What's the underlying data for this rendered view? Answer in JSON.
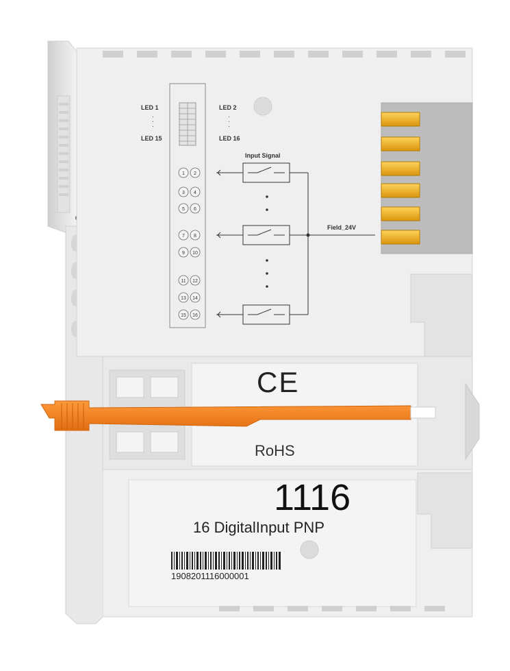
{
  "labels": {
    "led_1": "LED 1",
    "led_15": "LED 15",
    "led_2": "LED 2",
    "led_16": "LED 16",
    "input_signal": "Input Signal",
    "field_24v": "Field_24V",
    "ce_mark": "CE",
    "rohs": "RoHS",
    "model_number": "1116",
    "model_description": "16 DigitalInput PNP",
    "serial_number": "1908201116000001"
  },
  "terminal_numbers": [
    "1",
    "2",
    "3",
    "4",
    "5",
    "6",
    "7",
    "8",
    "9",
    "10",
    "11",
    "12",
    "13",
    "14",
    "15",
    "16"
  ],
  "colors": {
    "housing": "#eeeeee",
    "housing_shadow": "#d4d4d4",
    "release_lever": "#f58220",
    "contacts": "#f2b21b",
    "contact_panel": "#b9b9b9"
  }
}
